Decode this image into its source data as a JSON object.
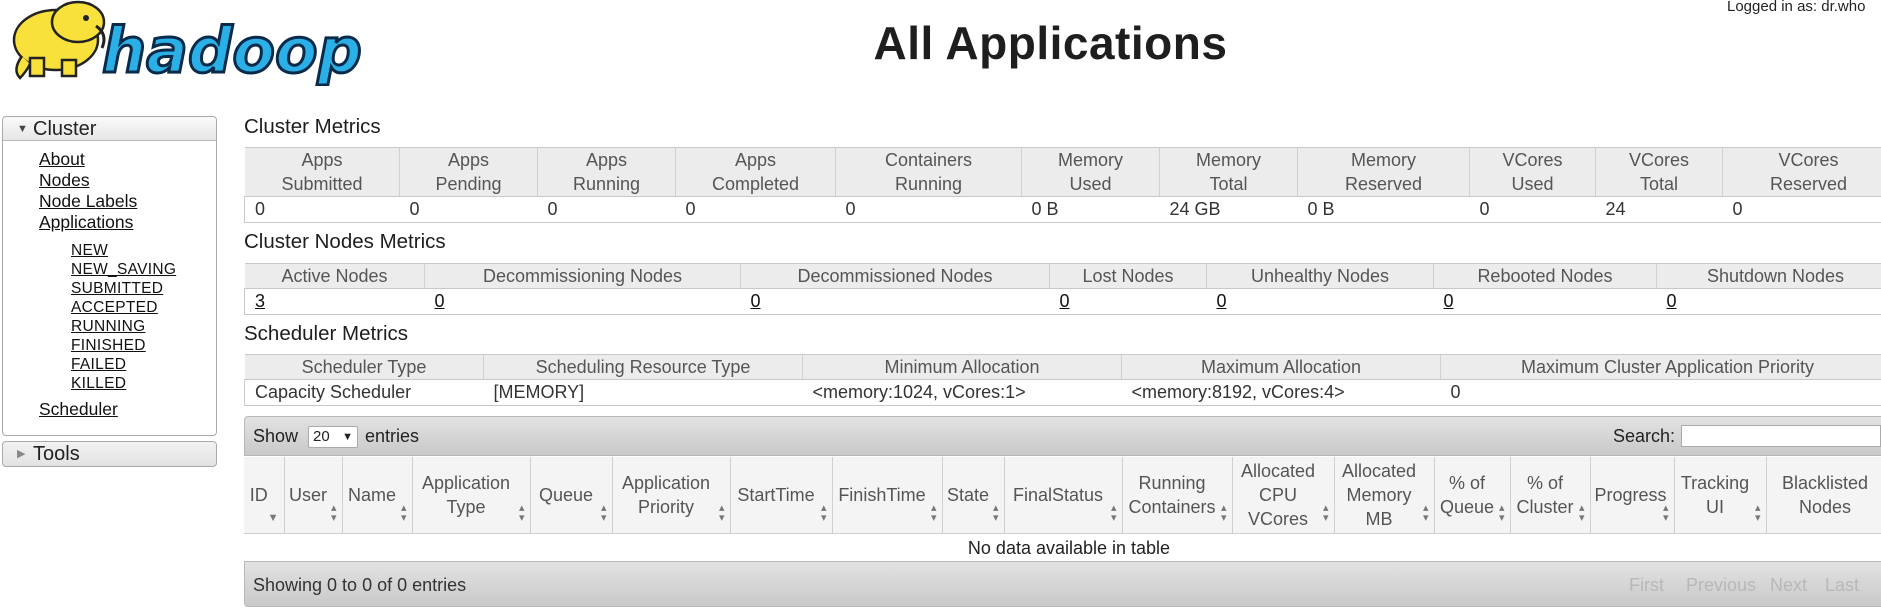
{
  "header": {
    "title": "All Applications",
    "logged_in": "Logged in as: dr.who",
    "logo_text": "hadoop"
  },
  "sidebar": {
    "cluster_label": "Cluster",
    "tools_label": "Tools",
    "links": [
      "About",
      "Nodes",
      "Node Labels",
      "Applications"
    ],
    "app_states": [
      "NEW",
      "NEW_SAVING",
      "SUBMITTED",
      "ACCEPTED",
      "RUNNING",
      "FINISHED",
      "FAILED",
      "KILLED"
    ],
    "scheduler": "Scheduler"
  },
  "cluster_metrics": {
    "title": "Cluster Metrics",
    "headers": [
      [
        "Apps",
        "Submitted"
      ],
      [
        "Apps",
        "Pending"
      ],
      [
        "Apps",
        "Running"
      ],
      [
        "Apps",
        "Completed"
      ],
      [
        "Containers",
        "Running"
      ],
      [
        "Memory",
        "Used"
      ],
      [
        "Memory",
        "Total"
      ],
      [
        "Memory",
        "Reserved"
      ],
      [
        "VCores",
        "Used"
      ],
      [
        "VCores",
        "Total"
      ],
      [
        "VCores",
        "Reserved"
      ]
    ],
    "values": [
      "0",
      "0",
      "0",
      "0",
      "0",
      "0 B",
      "24 GB",
      "0 B",
      "0",
      "24",
      "0"
    ]
  },
  "node_metrics": {
    "title": "Cluster Nodes Metrics",
    "headers": [
      "Active Nodes",
      "Decommissioning Nodes",
      "Decommissioned Nodes",
      "Lost Nodes",
      "Unhealthy Nodes",
      "Rebooted Nodes",
      "Shutdown Nodes"
    ],
    "values": [
      "3",
      "0",
      "0",
      "0",
      "0",
      "0",
      "0"
    ]
  },
  "scheduler_metrics": {
    "title": "Scheduler Metrics",
    "headers": [
      "Scheduler Type",
      "Scheduling Resource Type",
      "Minimum Allocation",
      "Maximum Allocation",
      "Maximum Cluster Application Priority"
    ],
    "values": [
      "Capacity Scheduler",
      "[MEMORY]",
      "<memory:1024, vCores:1>",
      "<memory:8192, vCores:4>",
      "0"
    ]
  },
  "apps_table": {
    "show_label": "Show",
    "entries_per_page": "20",
    "entries_label": "entries",
    "search_label": "Search:",
    "search_value": "",
    "columns": [
      [
        "ID"
      ],
      [
        "User"
      ],
      [
        "Name"
      ],
      [
        "Application",
        "Type"
      ],
      [
        "Queue"
      ],
      [
        "Application",
        "Priority"
      ],
      [
        "StartTime"
      ],
      [
        "FinishTime"
      ],
      [
        "State"
      ],
      [
        "FinalStatus"
      ],
      [
        "Running",
        "Containers"
      ],
      [
        "Allocated",
        "CPU",
        "VCores"
      ],
      [
        "Allocated",
        "Memory",
        "MB"
      ],
      [
        "% of",
        "Queue"
      ],
      [
        "% of",
        "Cluster"
      ],
      [
        "Progress"
      ],
      [
        "Tracking",
        "UI"
      ],
      [
        "Blacklisted",
        "Nodes"
      ]
    ],
    "empty_message": "No data available in table",
    "info": "Showing 0 to 0 of 0 entries",
    "pager": [
      "First",
      "Previous",
      "Next",
      "Last"
    ]
  }
}
